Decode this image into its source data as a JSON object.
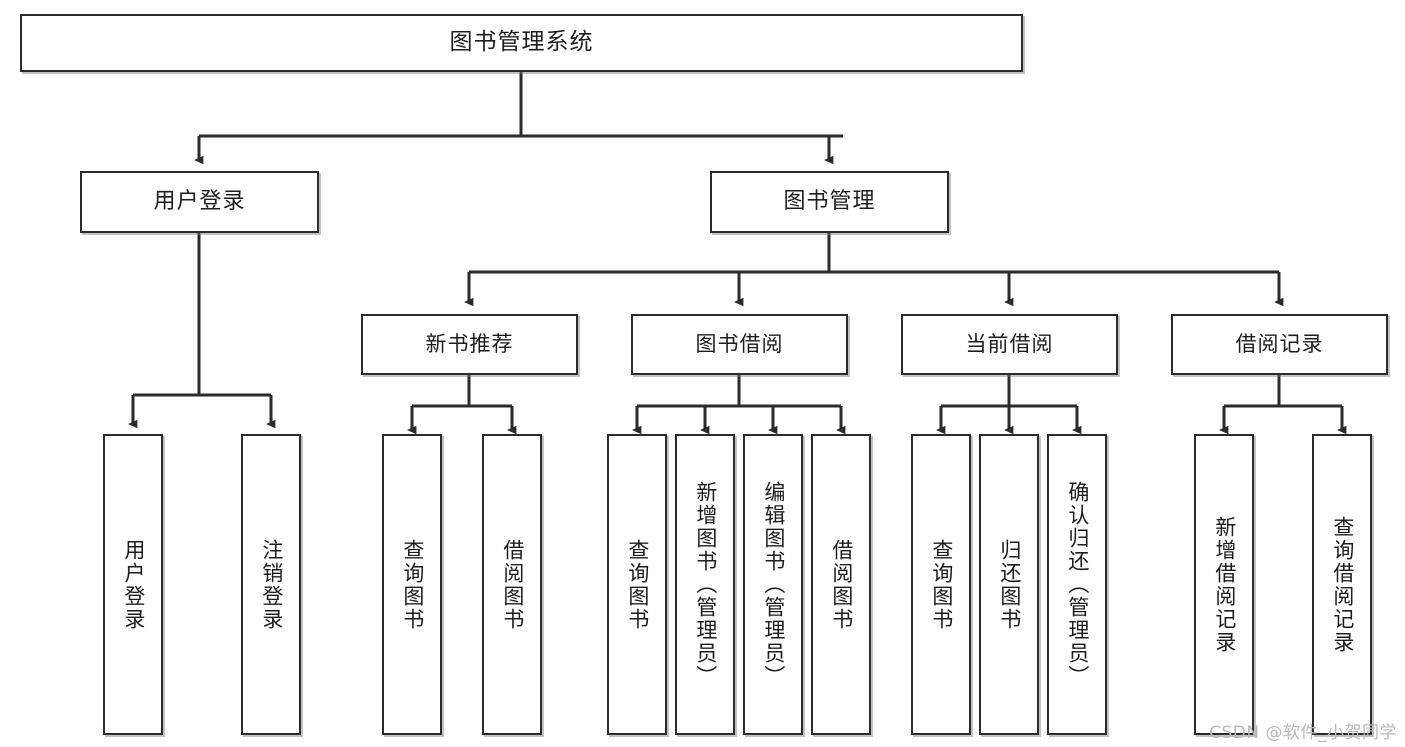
{
  "diagram": {
    "title": "图书管理系统",
    "type": "tree-hierarchy",
    "root": {
      "label": "图书管理系统"
    },
    "level2": [
      {
        "label": "用户登录"
      },
      {
        "label": "图书管理"
      }
    ],
    "level3": [
      {
        "label": "新书推荐"
      },
      {
        "label": "图书借阅"
      },
      {
        "label": "当前借阅"
      },
      {
        "label": "借阅记录"
      }
    ],
    "leaves": {
      "user_login": [
        {
          "label": "用户登录"
        },
        {
          "label": "注销登录"
        }
      ],
      "new_book_recommend": [
        {
          "label": "查询图书"
        },
        {
          "label": "借阅图书"
        }
      ],
      "book_borrow": [
        {
          "label": "查询图书"
        },
        {
          "label": "新增图书（管理员）"
        },
        {
          "label": "编辑图书（管理员）"
        },
        {
          "label": "借阅图书"
        }
      ],
      "current_borrow": [
        {
          "label": "查询图书"
        },
        {
          "label": "归还图书"
        },
        {
          "label": "确认归还（管理员）"
        }
      ],
      "borrow_record": [
        {
          "label": "新增借阅记录"
        },
        {
          "label": "查询借阅记录"
        }
      ]
    }
  },
  "watermark": {
    "text": "CSDN @软件_小贺同学"
  },
  "colors": {
    "box_border": "#2b2b2b",
    "line": "#2b2b2b",
    "background": "#ffffff",
    "text": "#1d1d1d",
    "watermark": "#b9b9b9"
  }
}
